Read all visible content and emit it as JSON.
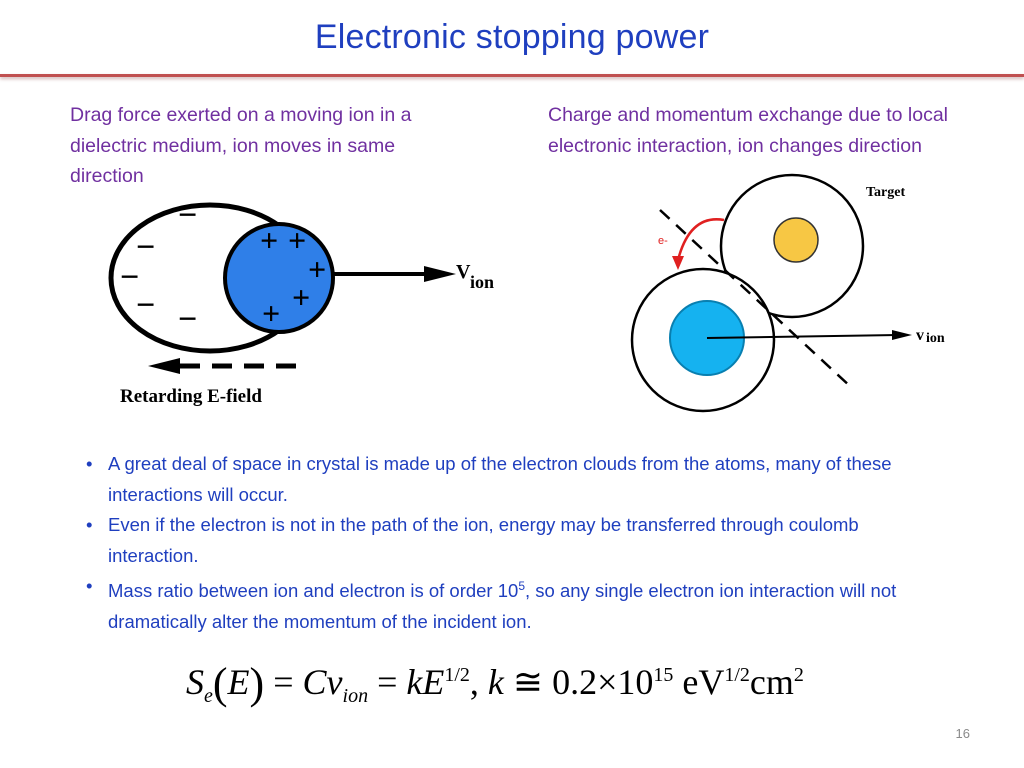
{
  "slide": {
    "title": "Electronic stopping power",
    "number": "16"
  },
  "left_panel": {
    "caption": "Drag force exerted on a moving ion in a dielectric medium, ion moves in same direction",
    "figure": {
      "velocity_label": "V",
      "velocity_subscript": "ion",
      "field_label": "Retarding E-field",
      "minus_sign": "−",
      "plus_sign": "+"
    }
  },
  "right_panel": {
    "caption": "Charge and momentum exchange due to local electronic interaction, ion changes direction",
    "figure": {
      "target_label": "Target",
      "electron_label": "e-",
      "velocity_label": "v",
      "velocity_subscript": "ion"
    }
  },
  "bullets": [
    "A great deal of space in crystal is made up of the electron clouds from the atoms, many of these interactions will occur.",
    "Even if the electron is not in the path of the ion, energy may be transferred through coulomb interaction.",
    {
      "before": "Mass ratio between ion and electron is of order 10",
      "sup": "5",
      "after": ", so any single electron ion interaction will not dramatically alter the momentum of the incident ion."
    }
  ],
  "bullet_glyph": "•",
  "equation": {
    "S": "S",
    "S_sub": "e",
    "E": "E",
    "eq1": " = ",
    "Cv": "Cv",
    "v_sub": "ion",
    "eq2": " = ",
    "kE": "kE",
    "kE_sup": "1/2",
    "comma": ", ",
    "k": "k",
    "approx": " ≅ 0.2×10",
    "exp": "15",
    "eV": " eV",
    "eV_sup": "1/2",
    "cm": "cm",
    "cm_sup": "2"
  },
  "colors": {
    "title": "#1f3fbf",
    "caption": "#7030a0",
    "bullet_text": "#1f3fbf",
    "title_rule": "#c05050",
    "ion_blue": "#2f7fe8",
    "ion_cyan": "#15b2f0",
    "target_yellow": "#f7c744",
    "electron_path": "#e02020"
  }
}
